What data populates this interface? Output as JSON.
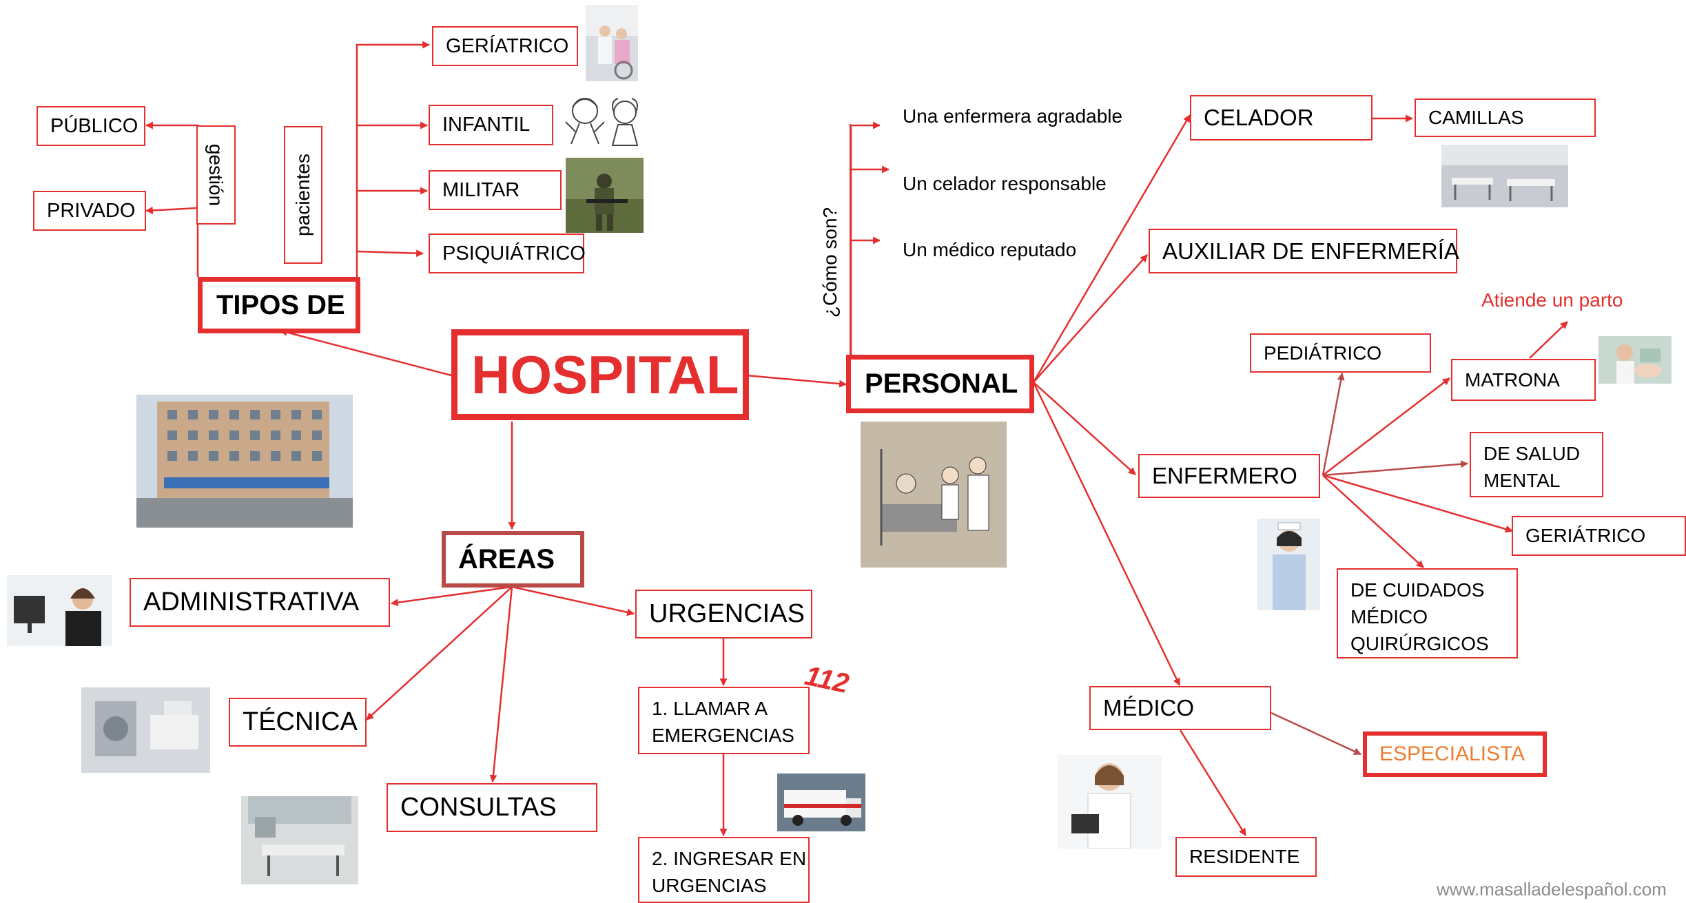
{
  "colors": {
    "line": "#e52e2e",
    "line_dark": "#b94a48",
    "accent_orange": "#ed7d31",
    "watermark": "#8c8c8c"
  },
  "center": {
    "title": "HOSPITAL"
  },
  "tipos": {
    "title": "TIPOS DE",
    "gestion_label": "gestión",
    "pacientes_label": "pacientes",
    "gestion": [
      "PÚBLICO",
      "PRIVADO"
    ],
    "pacientes": [
      "GERÍATRICO",
      "INFANTIL",
      "MILITAR",
      "PSIQUIÁTRICO"
    ]
  },
  "areas": {
    "title": "ÁREAS",
    "items": [
      "ADMINISTRATIVA",
      "TÉCNICA",
      "CONSULTAS",
      "URGENCIAS"
    ],
    "urgencias_steps": [
      "1. LLAMAR A EMERGENCIAS",
      "2. INGRESAR EN URGENCIAS"
    ],
    "phone": "112"
  },
  "personal": {
    "title": "PERSONAL",
    "como_label": "¿Cómo son?",
    "como": [
      "Una enfermera agradable",
      "Un celador responsable",
      "Un médico reputado"
    ],
    "celador": "CELADOR",
    "camillas": "CAMILLAS",
    "auxiliar": "AUXILIAR DE ENFERMERÍA",
    "enfermero": "ENFERMERO",
    "enfermero_types": [
      "PEDIÁTRICO",
      "MATRONA",
      "DE SALUD MENTAL",
      "GERIÁTRICO",
      "DE CUIDADOS MÉDICO QUIRÚRGICOS"
    ],
    "matrona_note": "Atiende un parto",
    "medico": "MÉDICO",
    "medico_types": [
      "ESPECIALISTA",
      "RESIDENTE"
    ]
  },
  "watermark": "www.masalladelespañol.com",
  "icons": [
    "geriatric-care-photo",
    "children-drawing",
    "soldier-photo",
    "stretchers-photo",
    "hospital-building-photo",
    "nurse-patient-drawing",
    "receptionist-photo",
    "lab-photo",
    "exam-room-photo",
    "ambulance-photo",
    "newborn-photo",
    "nurse-photo",
    "doctor-photo"
  ]
}
